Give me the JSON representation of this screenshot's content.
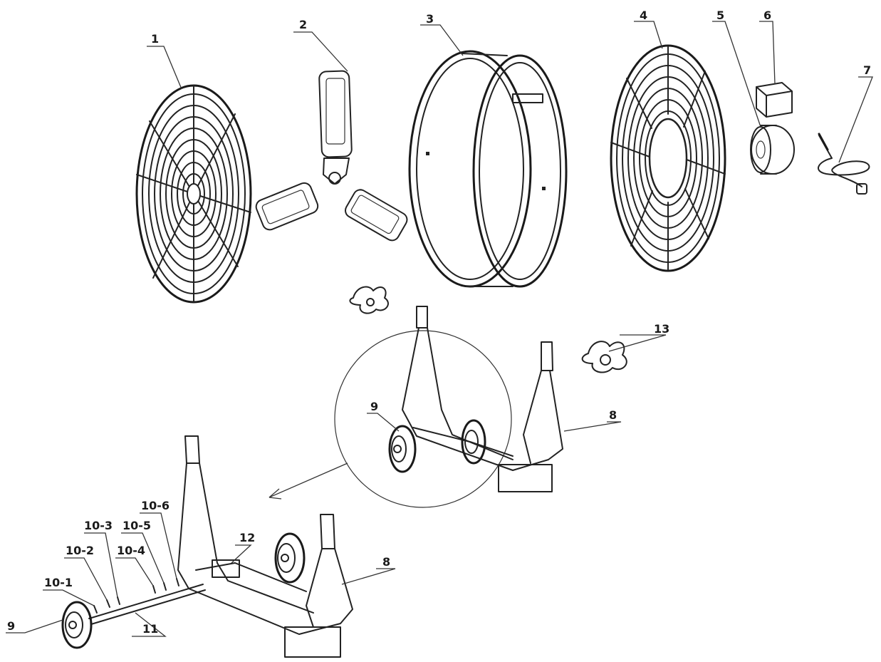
{
  "callouts": {
    "c1": "1",
    "c2": "2",
    "c3": "3",
    "c4": "4",
    "c5": "5",
    "c6": "6",
    "c7": "7",
    "c8a": "8",
    "c8b": "8",
    "c9a": "9",
    "c9b": "9",
    "c10_1": "10-1",
    "c10_2": "10-2",
    "c10_3": "10-3",
    "c10_4": "10-4",
    "c10_5": "10-5",
    "c10_6": "10-6",
    "c11": "11",
    "c12": "12",
    "c13": "13"
  },
  "colors": {
    "line": "#222222",
    "background": "#ffffff"
  }
}
